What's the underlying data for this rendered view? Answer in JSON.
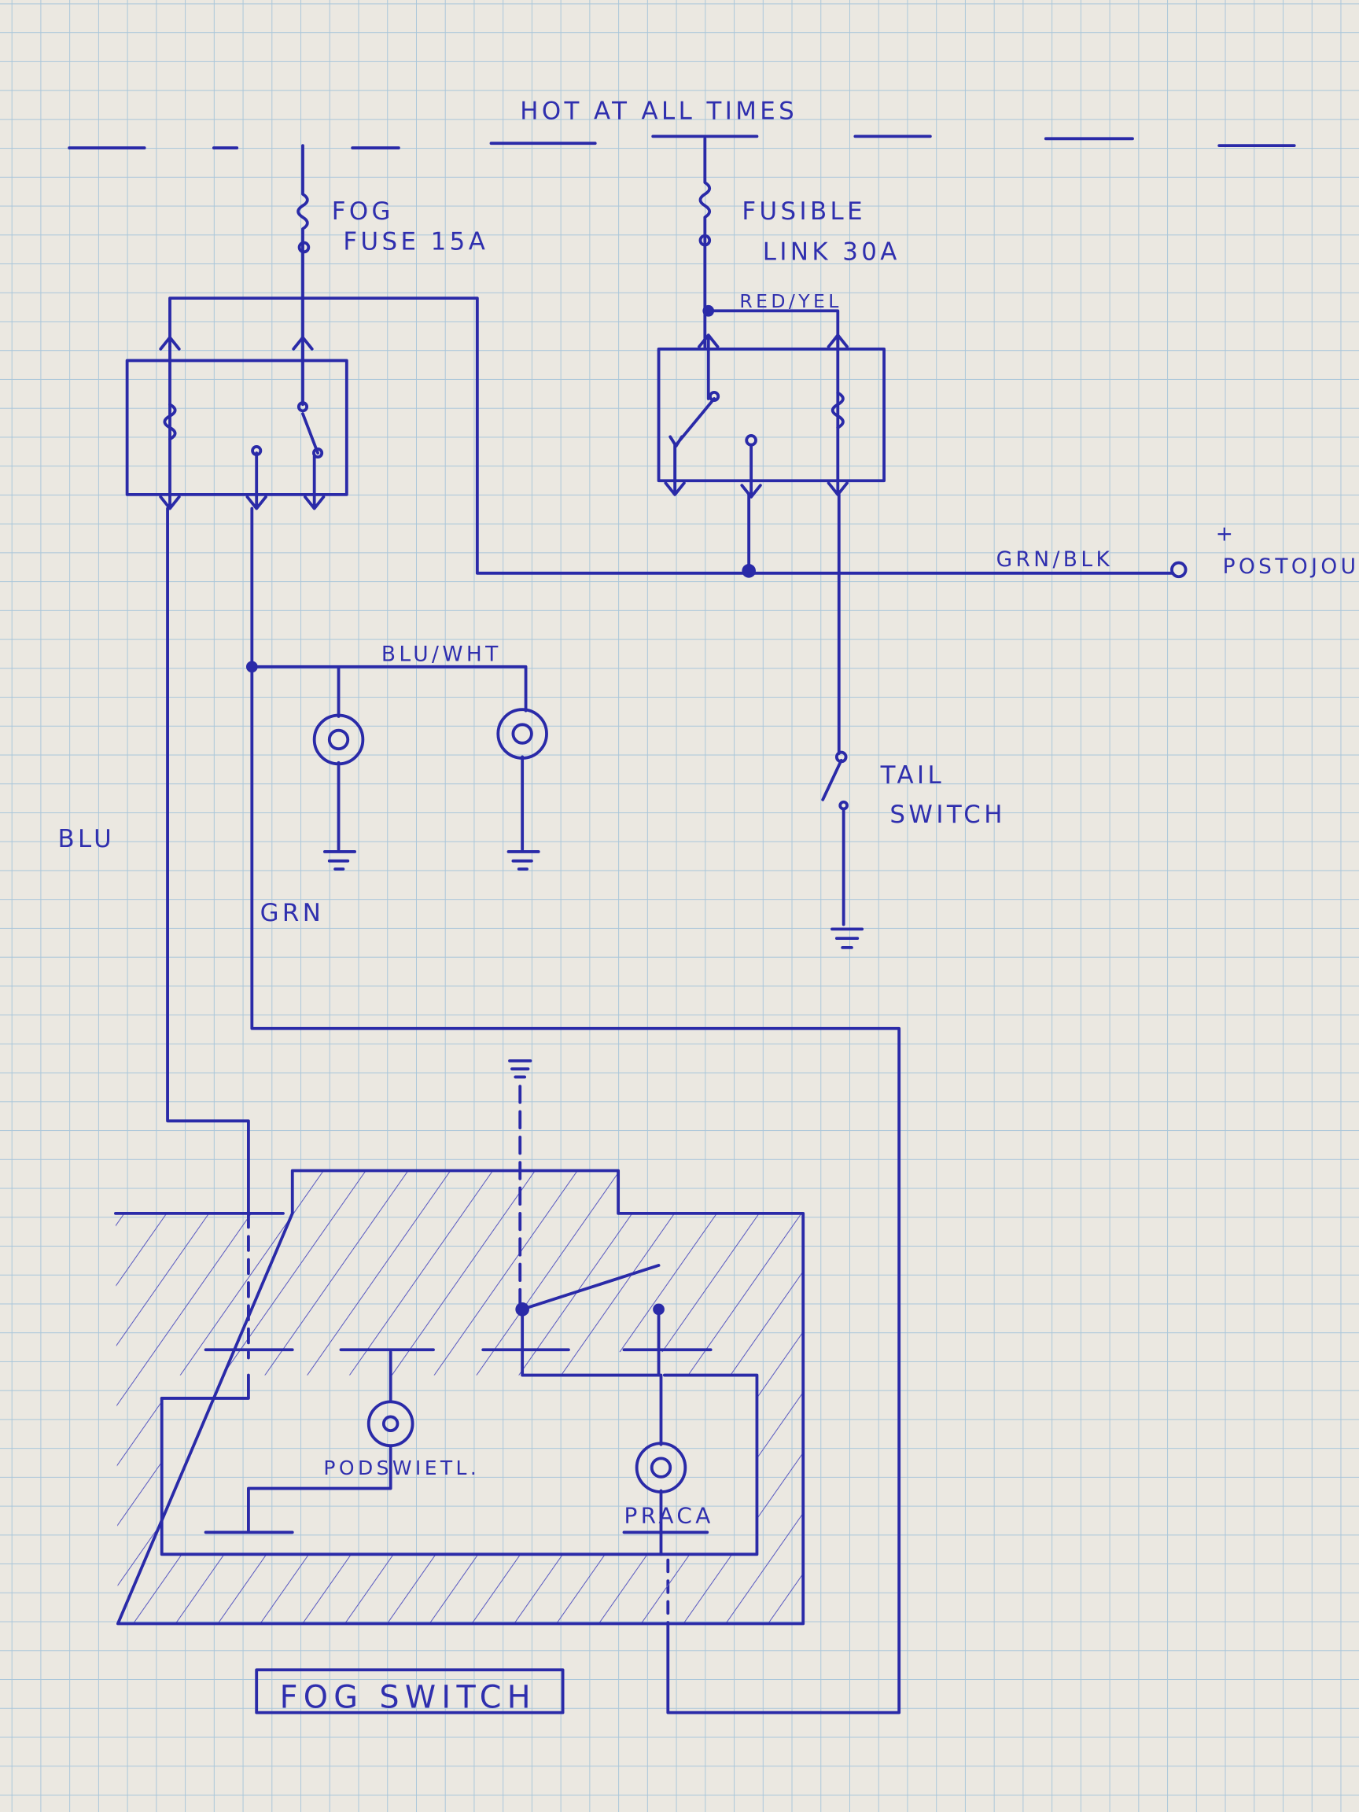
{
  "title": "HOT AT ALL TIMES",
  "fog_fuse": {
    "line1": "FOG",
    "line2": "FUSE 15A"
  },
  "fusible_link": {
    "line1": "FUSIBLE",
    "line2": "LINK 30A"
  },
  "wires": {
    "red_yel": "RED/YEL",
    "grn_blk": "GRN/BLK",
    "blu_wht": "BLU/WHT",
    "blu": "BLU",
    "grn": "GRN"
  },
  "terminal": {
    "sign": "+",
    "label": "POSTOJOU"
  },
  "tail_switch": {
    "line1": "TAIL",
    "line2": "SWITCH"
  },
  "fog_switch": {
    "label": "FOG SWITCH",
    "lamp_left": "PODSWIETL.",
    "lamp_right": "PRACA"
  },
  "colors": {
    "ink": "#2a2aa8",
    "paper": "#ebe8e1",
    "grid": "#a9c6da"
  }
}
